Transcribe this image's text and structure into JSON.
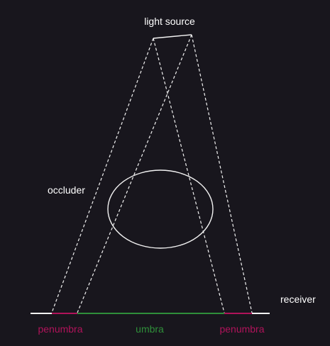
{
  "labels": {
    "light_source": "light source",
    "occluder": "occluder",
    "receiver": "receiver",
    "penumbra_left": "penumbra",
    "umbra": "umbra",
    "penumbra_right": "penumbra"
  },
  "colors": {
    "background": "#18161d",
    "stroke": "#f2f2f2",
    "text": "#ffffff",
    "penumbra": "#b0135a",
    "umbra": "#2f8f3a"
  }
}
